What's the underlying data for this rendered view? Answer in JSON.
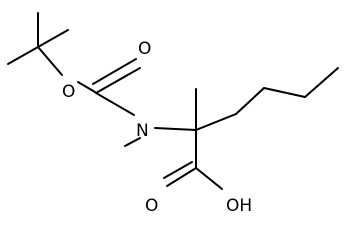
{
  "molecule": {
    "atoms": {
      "ester_oxygen": "O",
      "carbonyl_oxygen": "O",
      "nitrogen": "N",
      "acid_carbonyl_oxygen": "O",
      "hydroxyl": "OH"
    }
  },
  "colors": {
    "bond": "#000000",
    "label": "#000000",
    "background": "#ffffff"
  }
}
